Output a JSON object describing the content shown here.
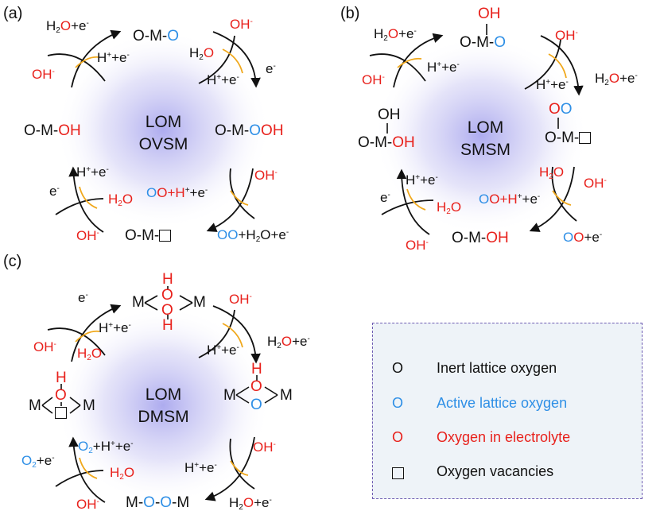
{
  "panels": {
    "a": {
      "tag": "(a)",
      "center": [
        "LOM",
        "OVSM"
      ],
      "top_species": [
        "O-M-",
        "O"
      ],
      "left_species": [
        "O-M-",
        "OH"
      ],
      "right_species": [
        "O-M-",
        "O",
        "OH"
      ],
      "bottom_species": "O-M-",
      "tl": {
        "h2o": [
          "H",
          "2",
          "O",
          "+e",
          "-"
        ],
        "oh": [
          "OH",
          "-"
        ],
        "hpe": [
          "H",
          "+",
          "+e",
          "-"
        ]
      },
      "tr": {
        "oh": [
          "OH",
          "-"
        ],
        "h2o": [
          "H",
          "2",
          "O"
        ],
        "hpe": [
          "H",
          "+",
          "+e",
          "-"
        ],
        "e": [
          "e",
          "-"
        ]
      },
      "br": {
        "oh": [
          "OH",
          "-"
        ],
        "oo1": [
          "O",
          "O",
          "+H",
          "+",
          "+e",
          "-"
        ],
        "oo2": [
          "O",
          "O",
          "+H",
          "2",
          "O+e",
          "-"
        ]
      },
      "bl": {
        "hpe": [
          "H",
          "+",
          "+e",
          "-"
        ],
        "e": [
          "e",
          "-"
        ],
        "h2o": [
          "H",
          "2",
          "O"
        ],
        "oh": [
          "OH",
          "-"
        ]
      }
    },
    "b": {
      "tag": "(b)",
      "center": [
        "LOM",
        "SMSM"
      ],
      "top_species": [
        "OH",
        "O-M-",
        "O"
      ],
      "left_species": [
        "OH",
        "O-M-",
        "OH"
      ],
      "right_species": [
        "O",
        "O",
        "O-M-"
      ],
      "bottom_species": [
        "O-M-",
        "OH"
      ],
      "tl": {
        "h2o": [
          "H",
          "2",
          "O",
          "+e",
          "-"
        ],
        "oh": [
          "OH",
          "-"
        ],
        "hpe": [
          "H",
          "+",
          "+e",
          "-"
        ]
      },
      "tr": {
        "oh": [
          "OH",
          "-"
        ],
        "hpe": [
          "H",
          "+",
          "+e",
          "-"
        ],
        "h2o": [
          "H",
          "2",
          "O+e",
          "-"
        ]
      },
      "br": {
        "h2o": [
          "H",
          "2",
          "O"
        ],
        "oh": [
          "OH",
          "-"
        ],
        "oo1": [
          "O",
          "O",
          "+H",
          "+",
          "+e",
          "-"
        ],
        "oo2": [
          "O",
          "O",
          "+e",
          "-"
        ]
      },
      "bl": {
        "hpe": [
          "H",
          "+",
          "+e",
          "-"
        ],
        "e": [
          "e",
          "-"
        ],
        "h2o": [
          "H",
          "2",
          "O"
        ],
        "oh": [
          "OH",
          "-"
        ]
      }
    },
    "c": {
      "tag": "(c)",
      "center": [
        "LOM",
        "DMSM"
      ],
      "top_species": {
        "m": "M",
        "h": "H",
        "o": "O"
      },
      "right_species": {
        "m": "M",
        "h": "H",
        "o": "O"
      },
      "left_species": {
        "m": "M",
        "h": "H",
        "o": "O"
      },
      "bottom_species": [
        "M-",
        "O",
        "-",
        "O",
        "-M"
      ],
      "tl": {
        "e": [
          "e",
          "-"
        ],
        "hpe": [
          "H",
          "+",
          "+e",
          "-"
        ],
        "oh": [
          "OH",
          "-"
        ],
        "h2o": [
          "H",
          "2",
          "O"
        ]
      },
      "tr": {
        "oh": [
          "OH",
          "-"
        ],
        "hpe": [
          "H",
          "+",
          "+e",
          "-"
        ],
        "h2o": [
          "H",
          "2",
          "O+e",
          "-"
        ]
      },
      "br": {
        "oh": [
          "OH",
          "-"
        ],
        "hpe": [
          "H",
          "+",
          "+e",
          "-"
        ],
        "h2o": [
          "H",
          "2",
          "O+e",
          "-"
        ]
      },
      "bl": {
        "o2a": [
          "O",
          "2",
          "+e",
          "-"
        ],
        "o2b": [
          "O",
          "2",
          "+H",
          "+",
          "+e",
          "-"
        ],
        "h2o": [
          "H",
          "2",
          "O"
        ],
        "oh": [
          "OH",
          "-"
        ]
      }
    }
  },
  "legend": {
    "items": [
      {
        "symbol": "O",
        "label": "Inert lattice oxygen"
      },
      {
        "symbol": "O",
        "label": "Active lattice oxygen"
      },
      {
        "symbol": "O",
        "label": "Oxygen in electrolyte"
      },
      {
        "symbol": "",
        "label": "Oxygen vacancies"
      }
    ]
  },
  "colors": {
    "inert": "#111111",
    "active": "#2e8fe6",
    "electrolyte": "#e8211c",
    "glow": "#b7b6ee",
    "accent_curve": "#f0a81c",
    "border": "#6e5cb2"
  }
}
